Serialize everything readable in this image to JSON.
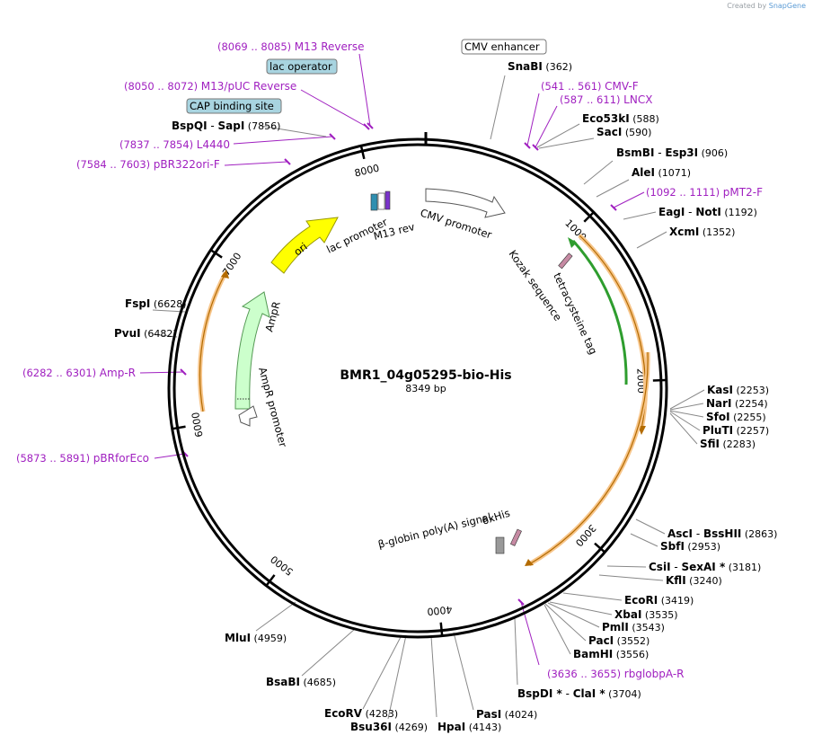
{
  "credit": {
    "prefix": "Created by",
    "brand": "SnapGene"
  },
  "plasmid": {
    "name": "BMR1_04g05295-bio-His",
    "length": "8349 bp",
    "total_bp": 8349
  },
  "ticks": [
    {
      "bp": 1000,
      "label": "1000"
    },
    {
      "bp": 2000,
      "label": "2000"
    },
    {
      "bp": 3000,
      "label": "3000"
    },
    {
      "bp": 4000,
      "label": "4000"
    },
    {
      "bp": 5000,
      "label": "5000"
    },
    {
      "bp": 6000,
      "label": "6000"
    },
    {
      "bp": 7000,
      "label": "7000"
    },
    {
      "bp": 8000,
      "label": "8000"
    }
  ],
  "features": [
    {
      "name": "CMV enhancer",
      "boxed": true
    },
    {
      "name": "CMV promoter"
    },
    {
      "name": "Kozak sequence"
    },
    {
      "name": "tetracysteine tag"
    },
    {
      "name": "6xHis"
    },
    {
      "name": "β-globin poly(A) signal"
    },
    {
      "name": "AmpR promoter"
    },
    {
      "name": "AmpR"
    },
    {
      "name": "ori"
    },
    {
      "name": "lac promoter"
    },
    {
      "name": "M13 rev"
    },
    {
      "name": "lac operator",
      "boxed": true
    },
    {
      "name": "CAP binding site",
      "boxed": true
    }
  ],
  "primers": [
    {
      "name": "M13 Reverse",
      "range": "(8069 .. 8085)"
    },
    {
      "name": "M13/pUC Reverse",
      "range": "(8050 .. 8072)"
    },
    {
      "name": "L4440",
      "range": "(7837 .. 7854)"
    },
    {
      "name": "pBR322ori-F",
      "range": "(7584 .. 7603)"
    },
    {
      "name": "CMV-F",
      "range": "(541 .. 561)"
    },
    {
      "name": "LNCX",
      "range": "(587 .. 611)"
    },
    {
      "name": "pMT2-F",
      "range": "(1092 .. 1111)"
    },
    {
      "name": "Amp-R",
      "range": "(6282 .. 6301)"
    },
    {
      "name": "pBRforEco",
      "range": "(5873 .. 5891)"
    },
    {
      "name": "rbglobpA-R",
      "range": "(3636 .. 3655)"
    }
  ],
  "sites": [
    {
      "name": "SnaBI",
      "pos": "(362)"
    },
    {
      "name": "Eco53kI",
      "pos": "(588)"
    },
    {
      "name": "SacI",
      "pos": "(590)"
    },
    {
      "name": "BsmBI",
      "sep": "-",
      "name2": "Esp3I",
      "pos": "(906)"
    },
    {
      "name": "AleI",
      "pos": "(1071)"
    },
    {
      "name": "EagI",
      "sep": "-",
      "name2": "NotI",
      "pos": "(1192)"
    },
    {
      "name": "XcmI",
      "pos": "(1352)"
    },
    {
      "name": "KasI",
      "pos": "(2253)"
    },
    {
      "name": "NarI",
      "pos": "(2254)"
    },
    {
      "name": "SfoI",
      "pos": "(2255)"
    },
    {
      "name": "PluTI",
      "pos": "(2257)"
    },
    {
      "name": "SfiI",
      "pos": "(2283)"
    },
    {
      "name": "AscI",
      "sep": "-",
      "name2": "BssHII",
      "pos": "(2863)"
    },
    {
      "name": "SbfI",
      "pos": "(2953)"
    },
    {
      "name": "CsiI",
      "sep": "-",
      "name2": "SexAI *",
      "pos": "(3181)"
    },
    {
      "name": "KflI",
      "pos": "(3240)"
    },
    {
      "name": "EcoRI",
      "pos": "(3419)"
    },
    {
      "name": "XbaI",
      "pos": "(3535)"
    },
    {
      "name": "PmlI",
      "pos": "(3543)"
    },
    {
      "name": "PacI",
      "pos": "(3552)"
    },
    {
      "name": "BamHI",
      "pos": "(3556)"
    },
    {
      "name": "BspDI *",
      "sep": "-",
      "name2": "ClaI *",
      "pos": "(3704)"
    },
    {
      "name": "PasI",
      "pos": "(4024)"
    },
    {
      "name": "HpaI",
      "pos": "(4143)"
    },
    {
      "name": "Bsu36I",
      "pos": "(4269)"
    },
    {
      "name": "EcoRV",
      "pos": "(4283)"
    },
    {
      "name": "BsaBI",
      "pos": "(4685)"
    },
    {
      "name": "MluI",
      "pos": "(4959)"
    },
    {
      "name": "PvuI",
      "pos": "(6482)"
    },
    {
      "name": "FspI",
      "pos": "(6628)"
    },
    {
      "name": "BspQI",
      "sep": "-",
      "name2": "SapI",
      "pos": "(7856)"
    }
  ]
}
